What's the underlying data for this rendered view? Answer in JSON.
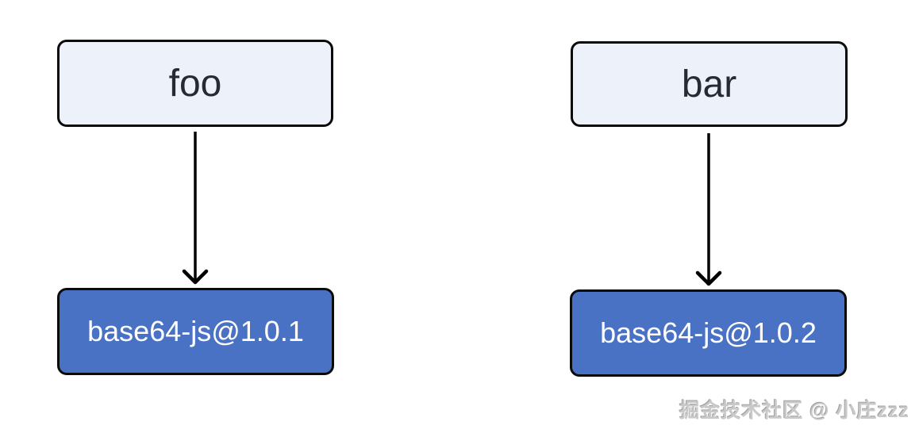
{
  "diagram": {
    "type": "dependency-graph",
    "groups": [
      {
        "parent": {
          "label": "foo"
        },
        "edge": {
          "direction": "down"
        },
        "child": {
          "label": "base64-js@1.0.1"
        }
      },
      {
        "parent": {
          "label": "bar"
        },
        "edge": {
          "direction": "down"
        },
        "child": {
          "label": "base64-js@1.0.2"
        }
      }
    ],
    "colors": {
      "background": "#FFFFFF",
      "parent_node_fill": "#EDF1F9",
      "parent_node_text": "#262B33",
      "child_node_fill": "#4A72C4",
      "child_node_text": "#FFFFFF",
      "node_border": "#0A0A0A",
      "arrow": "#000000",
      "watermark": "#C9C9C9"
    }
  },
  "watermark": {
    "text": "掘金技术社区 @ 小庄zzz"
  }
}
